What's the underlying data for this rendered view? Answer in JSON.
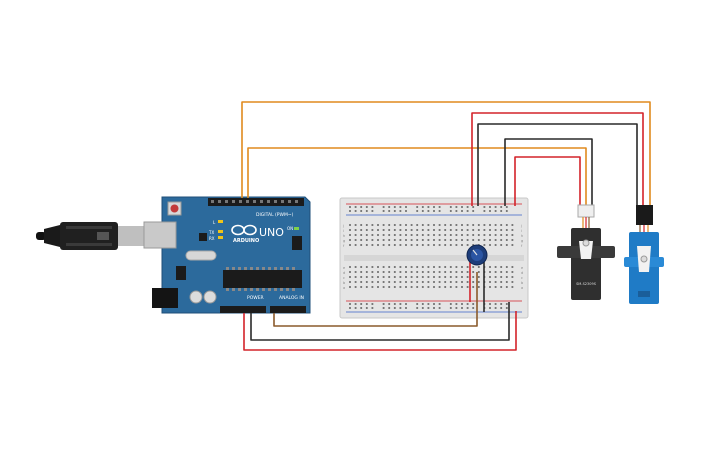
{
  "board": {
    "brand": "ARDUINO",
    "model": "UNO",
    "digital_label": "DIGITAL (PWM~)",
    "power_label": "POWER",
    "analog_label": "ANALOG IN",
    "led_tx": "TX",
    "led_rx": "RX",
    "led_l": "L",
    "led_on": "ON"
  },
  "breadboard": {
    "row_labels_left": [
      "j",
      "i",
      "h",
      "g",
      "f",
      "e",
      "d",
      "c",
      "b",
      "a"
    ],
    "row_labels_right": [
      "j",
      "i",
      "h",
      "g",
      "f",
      "e",
      "d",
      "c",
      "b",
      "a"
    ]
  },
  "servo_black": {
    "model": "SM-S2309S"
  },
  "colors": {
    "board": "#2c6a9c",
    "breadboard": "#e5e5e5",
    "wire_orange": "#e08a1e",
    "wire_red": "#d3232a",
    "wire_black": "#2a2a2a",
    "wire_brown": "#8a5a2b",
    "servo_blue": "#1f7bc6",
    "servo_black": "#2f2f2f",
    "potentiometer": "#1d3d7a"
  }
}
